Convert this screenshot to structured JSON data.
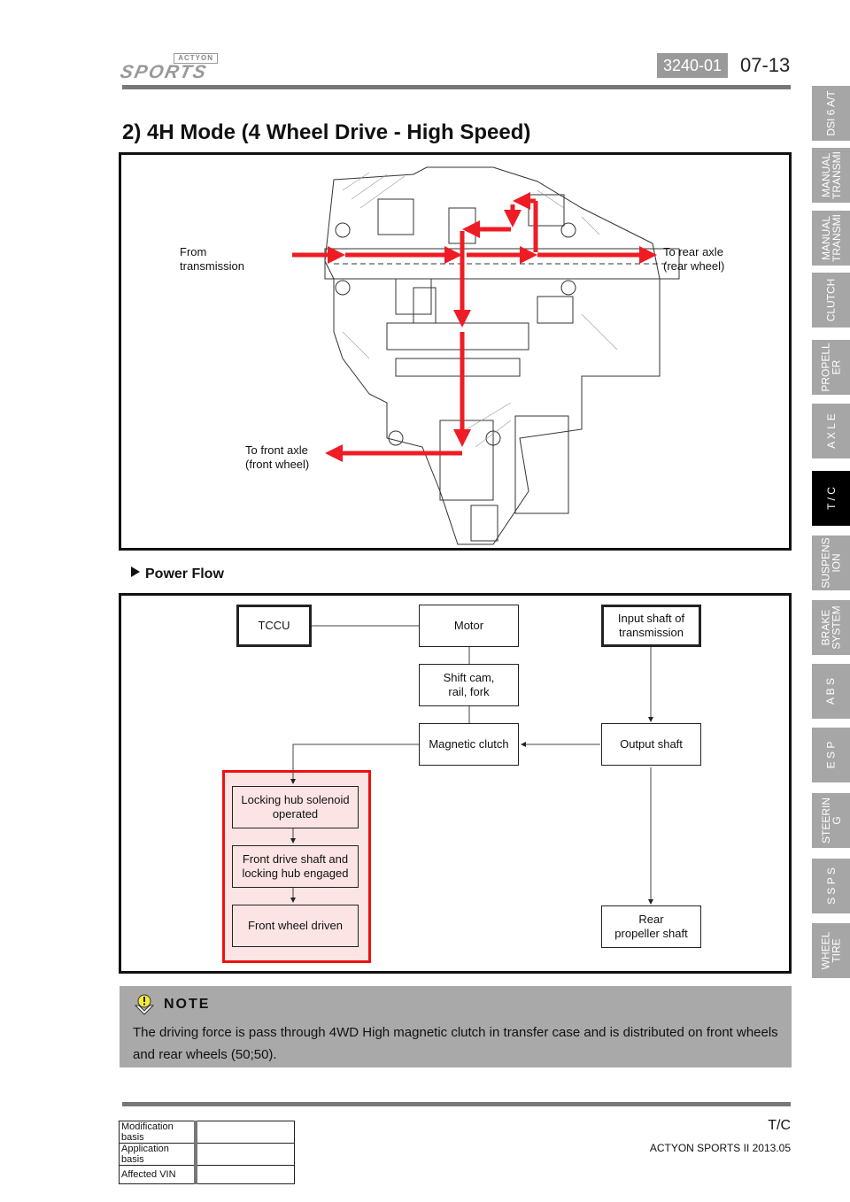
{
  "header": {
    "logo_top": "ACTYON",
    "logo_main": "SPORTS",
    "section_code": "3240-01",
    "page_number": "07-13"
  },
  "title": "2) 4H Mode (4 Wheel Drive - High Speed)",
  "side_tabs": [
    {
      "label": "DSI 6 A/T",
      "active": false
    },
    {
      "label": "MANUAL\nTRANSMI",
      "active": false
    },
    {
      "label": "MANUAL\nTRANSMI",
      "active": false
    },
    {
      "label": "CLUTCH",
      "active": false
    },
    {
      "label": "PROPELL\nER",
      "active": false
    },
    {
      "label": "A X L E",
      "active": false
    },
    {
      "label": "T / C",
      "active": true
    },
    {
      "label": "SUSPENS\nION",
      "active": false
    },
    {
      "label": "BRAKE\nSYSTEM",
      "active": false
    },
    {
      "label": "A B S",
      "active": false
    },
    {
      "label": "E S P",
      "active": false
    },
    {
      "label": "STEERIN\nG",
      "active": false
    },
    {
      "label": "S S P S",
      "active": false
    },
    {
      "label": "WHEEL\nTIRE",
      "active": false
    }
  ],
  "cutaway": {
    "label_from": "From\ntransmission",
    "label_rear": "To rear axle\n(rear wheel)",
    "label_front": "To front axle\n(front wheel)",
    "arrow_color": "#ee1c25"
  },
  "power_flow": {
    "heading": "Power Flow",
    "boxes": {
      "tccu": "TCCU",
      "motor": "Motor",
      "input_shaft": "Input shaft of\ntransmission",
      "shift_cam": "Shift cam,\nrail, fork",
      "magnetic_clutch": "Magnetic clutch",
      "output_shaft": "Output shaft",
      "locking_hub": "Locking hub solenoid\noperated",
      "front_drive": "Front drive shaft and\nlocking hub engaged",
      "front_wheel": "Front wheel driven",
      "rear_propeller": "Rear\npropeller shaft"
    },
    "highlight_color": "#ee1111"
  },
  "note": {
    "title": "NOTE",
    "text": "The driving force is pass through 4WD High magnetic clutch in transfer case and is distributed on front wheels and rear wheels (50;50)."
  },
  "footer": {
    "rows": [
      {
        "key": "Modification basis",
        "value": ""
      },
      {
        "key": "Application basis",
        "value": ""
      },
      {
        "key": "Affected VIN",
        "value": ""
      }
    ],
    "section": "T/C",
    "model": "ACTYON SPORTS II 2013.05"
  }
}
